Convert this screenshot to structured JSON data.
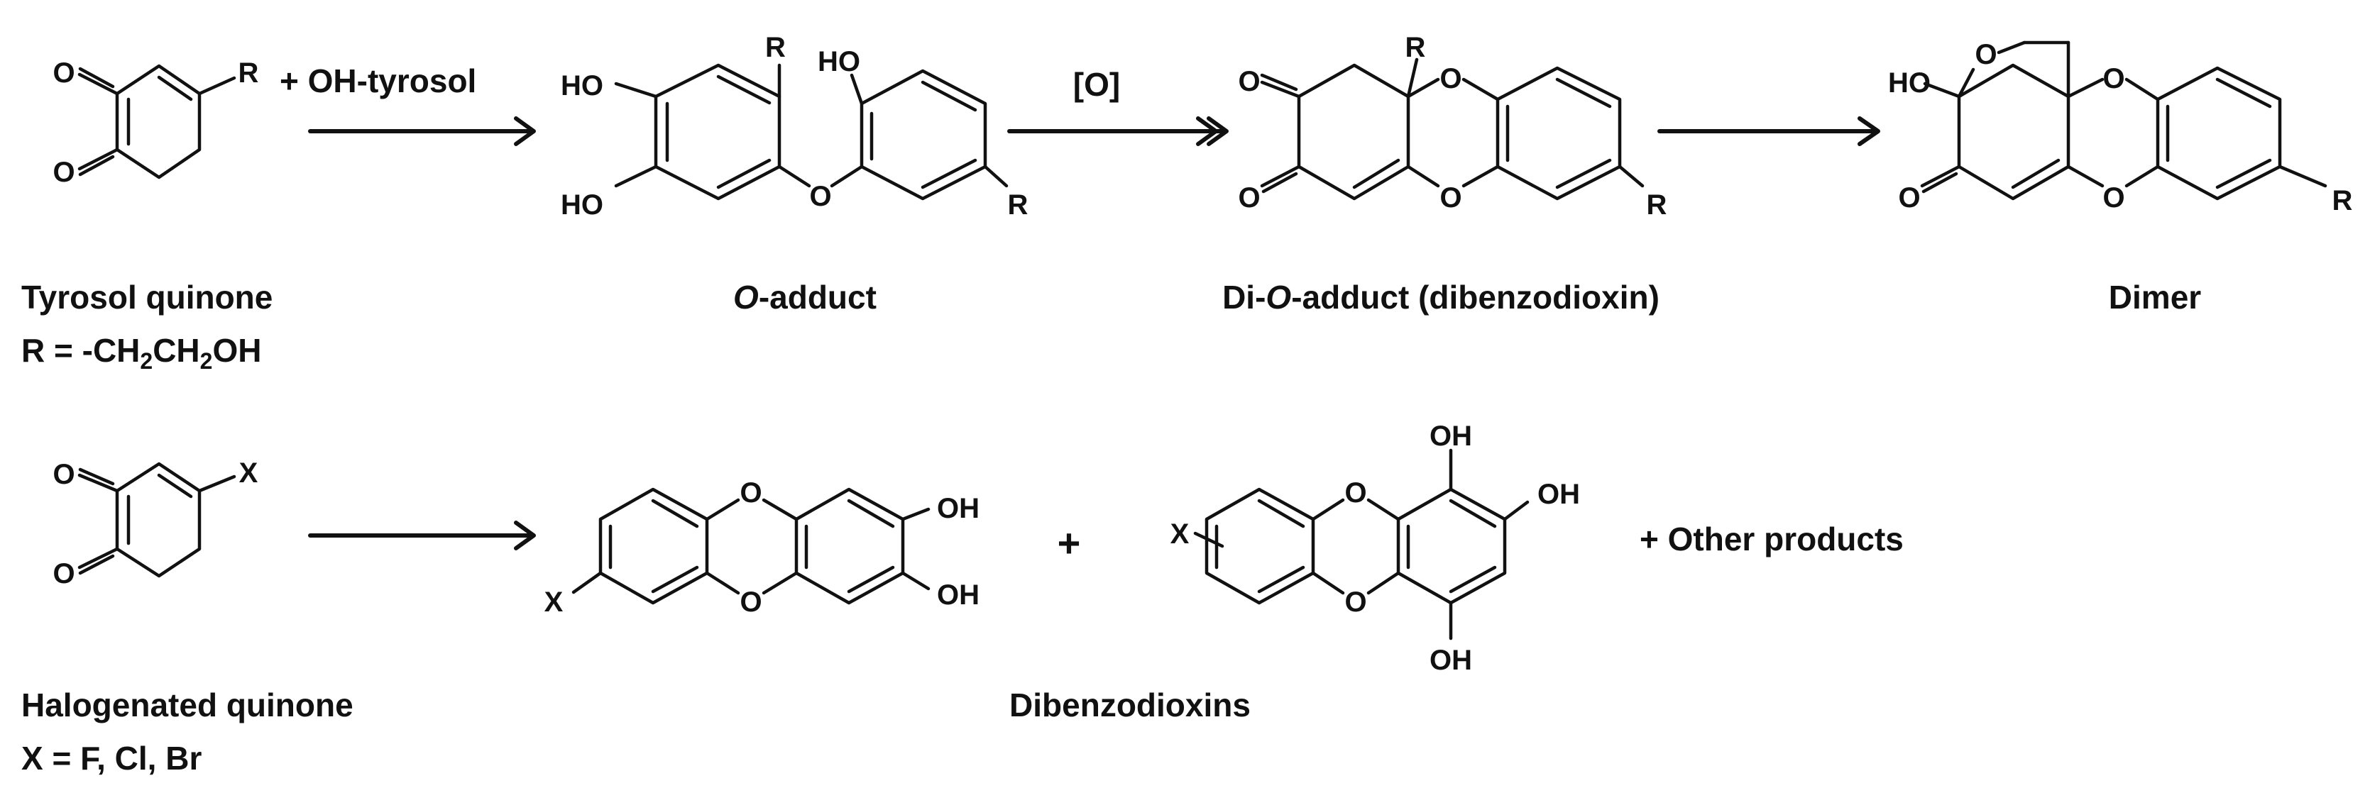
{
  "top_row": {
    "quinone_caption": "Tyrosol quinone",
    "r_definition": {
      "pre": "R = -CH",
      "sub1": "2",
      "mid": "CH",
      "sub2": "2",
      "post": "OH"
    },
    "arrow1_reagent": "+ OH-tyrosol",
    "oadduct_caption": {
      "italic": "O",
      "rest": "-adduct"
    },
    "arrow2_reagent": "[O]",
    "dioadduct_caption": {
      "pre": "Di-",
      "italic": "O",
      "post": "-adduct (dibenzodioxin)"
    },
    "dimer_caption": "Dimer"
  },
  "bottom_row": {
    "quinone_caption": "Halogenated quinone",
    "x_definition": "X = F, Cl, Br",
    "products_caption": "Dibenzodioxins",
    "plus": "+",
    "other_products": "+  Other products"
  },
  "atoms": {
    "O": "O",
    "R": "R",
    "X": "X",
    "HO": "HO",
    "OH": "OH"
  }
}
